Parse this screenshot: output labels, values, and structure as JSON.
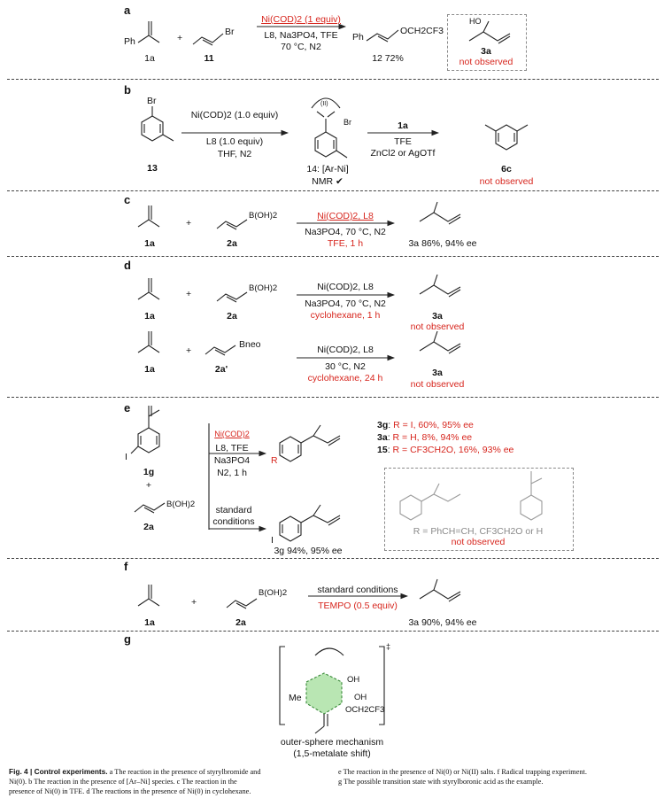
{
  "panels": {
    "a": {
      "label": "a",
      "cmpd_1a": "1a",
      "cmpd_11": "11",
      "plus": "+",
      "br": "Br",
      "ph": "Ph",
      "cond_top": "Ni(COD)2 (1 equiv)",
      "cond_2": "L8, Na3PO4, TFE",
      "cond_3": "70 °C, N2",
      "product_sub": "OCH2CF3",
      "product_label": "12 72%",
      "side_label": "3a",
      "side_note": "not observed",
      "ho": "HO"
    },
    "b": {
      "label": "b",
      "cmpd_13": "13",
      "br": "Br",
      "cond_1": "Ni(COD)2 (1.0 equiv)",
      "cond_2": "L8 (1.0 equiv)",
      "cond_3": "THF, N2",
      "intermediate_label": "14: [Ar-Ni]",
      "nmr": "NMR ✔",
      "ni_ox": "(II)",
      "step2_top": "1a",
      "step2_1": "TFE",
      "step2_2": "ZnCl2 or AgOTf",
      "product_label": "6c",
      "product_note": "not observed"
    },
    "c": {
      "label": "c",
      "cmpd_1a": "1a",
      "cmpd_2a": "2a",
      "boron": "B(OH)2",
      "cond_top": "Ni(COD)2, L8",
      "cond_2": "Na3PO4, 70 °C, N2",
      "cond_3": "TFE, 1 h",
      "product_label": "3a 86%, 94% ee"
    },
    "d": {
      "label": "d",
      "row1": {
        "cmpd_1a": "1a",
        "cmpd_2a": "2a",
        "boron": "B(OH)2",
        "cond_top": "Ni(COD)2, L8",
        "cond_2": "Na3PO4, 70 °C, N2",
        "cond_3": "cyclohexane, 1 h",
        "product_label": "3a",
        "product_note": "not observed"
      },
      "row2": {
        "cmpd_1a": "1a",
        "cmpd_2a": "2a'",
        "boron": "Bneo",
        "cond_top": "Ni(COD)2, L8",
        "cond_2": "30 °C, N2",
        "cond_3": "cyclohexane, 24 h",
        "product_label": "3a",
        "product_note": "not observed"
      }
    },
    "e": {
      "label": "e",
      "cmpd_1g": "1g",
      "cmpd_2a": "2a",
      "iodo": "I",
      "cond_1": "Ni(COD)2",
      "cond_2": "L8, TFE",
      "cond_3": "Na3PO4",
      "cond_4": "N2, 1 h",
      "cond_std_1": "standard",
      "cond_std_2": "conditions",
      "r_group": "R",
      "results": [
        {
          "cmpd": "3g",
          "r": "R = I, 60%, 95% ee"
        },
        {
          "cmpd": "3a",
          "r": "R = H, 8%, 94% ee"
        },
        {
          "cmpd": "15",
          "r": "R = CF3CH2O, 16%, 93% ee"
        }
      ],
      "product_std": "3g 94%, 95% ee",
      "box_note_1": "R = PhCH=CH, CF3CH2O or H",
      "box_note_2": "not observed"
    },
    "f": {
      "label": "f",
      "cmpd_1a": "1a",
      "cmpd_2a": "2a",
      "boron": "B(OH)2",
      "cond_top": "standard conditions",
      "cond_bottom": "TEMPO (0.5 equiv)",
      "product_label": "3a 90%, 94% ee"
    },
    "g": {
      "label": "g",
      "me": "Me",
      "oh1": "OH",
      "oh2": "OH",
      "boron_sub": "OCH2CF3",
      "dagger": "‡",
      "caption_1": "outer-sphere mechanism",
      "caption_2": "(1,5-metalate shift)"
    }
  },
  "caption": {
    "fig": "Fig. 4 | Control experiments.",
    "left_1": "a The reaction in the presence of styrylbromide and",
    "left_2": "Ni(0). b The reaction in the presence of [Ar–Ni] species. c The reaction in the",
    "left_3": "presence of Ni(0) in TFE. d The reactions in the presence of Ni(0) in cyclohexane.",
    "right_1": "e The reaction in the presence of Ni(0) or Ni(II) salts. f Radical trapping experiment.",
    "right_2": "g The possible transition state with styrylboronic acid as the example."
  },
  "colors": {
    "accent_red": "#d7261e",
    "text": "#111111",
    "gray": "#8a8a8a"
  }
}
